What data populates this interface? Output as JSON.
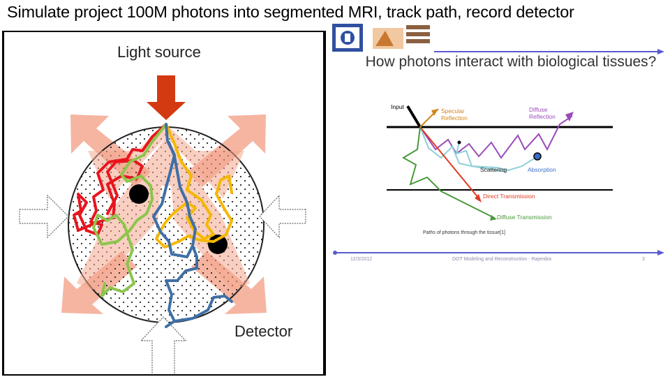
{
  "slide": {
    "title": "Simulate project 100M photons into segmented MRI, track path, record detector"
  },
  "left_figure": {
    "light_source_label": "Light source",
    "detector_label": "Detector",
    "colors": {
      "red_path": "#e8141e",
      "green_path": "#8cc54b",
      "yellow_path": "#f5b800",
      "blue_path": "#3f6fa6",
      "arrow_red": "#d43a12",
      "arrow_pink": "#f5a890"
    }
  },
  "right_slide": {
    "heading": "How photons interact with biological tissues?",
    "labels": {
      "input": "Input",
      "specular_1": "Specular",
      "specular_2": "Reflection",
      "diffuse_ref_1": "Diffuse",
      "diffuse_ref_2": "Reflection",
      "scattering": "Scattering",
      "absorption": "Absorption",
      "direct_transmission": "Direct Transmission",
      "diffuse_transmission": "Diffuse Transmission",
      "caption": "Paths of photons through the tissue[1]"
    },
    "footer": {
      "date": "12/3/2012",
      "center": "DOT Modeling and Reconstruction - Rajendra",
      "page": "3"
    },
    "colors": {
      "specular": "#d4861c",
      "diffuse_reflection": "#9a4bb8",
      "scattering": "#8fd0d8",
      "direct": "#e03a24",
      "diffuse_transmission": "#4a9a3a",
      "rule": "#5a5ad0"
    }
  }
}
